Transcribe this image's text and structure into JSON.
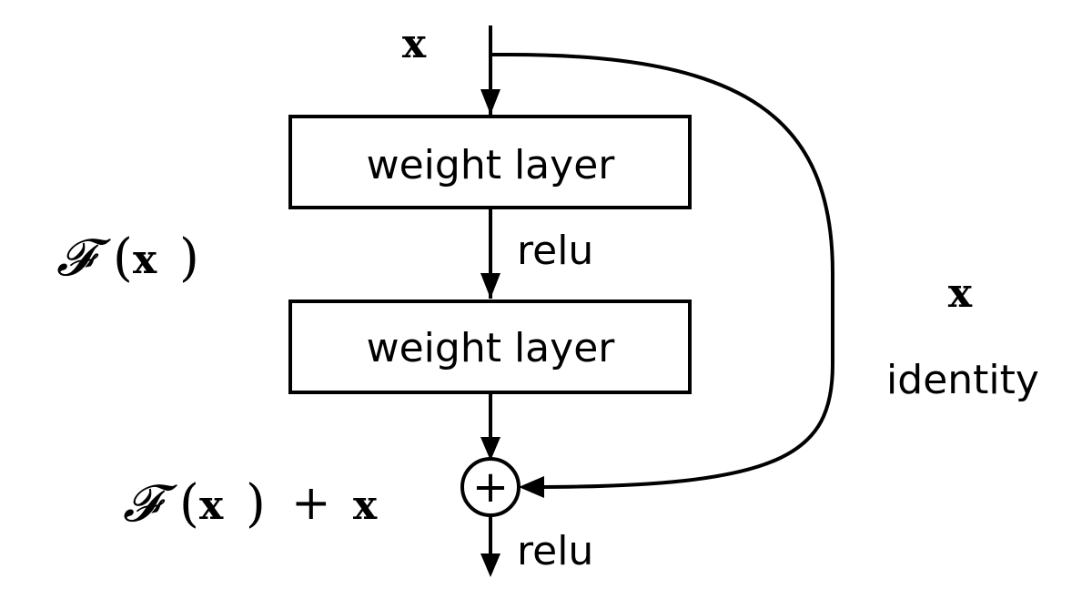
{
  "input": {
    "var": "x"
  },
  "residual_function": {
    "script_f": "𝓕",
    "open_paren": "(",
    "var": "x",
    "close_paren": ")"
  },
  "layers": [
    {
      "label": "weight layer"
    },
    {
      "label": "weight layer"
    }
  ],
  "activations": {
    "middle": "relu",
    "output": "relu"
  },
  "sum": {
    "symbol": "+"
  },
  "output_expression": {
    "script_f": "𝓕",
    "open_paren": "(",
    "var": "x",
    "close_paren": ")",
    "plus": "+",
    "var2": "x"
  },
  "shortcut": {
    "var": "x",
    "label": "identity"
  },
  "colors": {
    "stroke": "#000000",
    "background": "#ffffff"
  }
}
